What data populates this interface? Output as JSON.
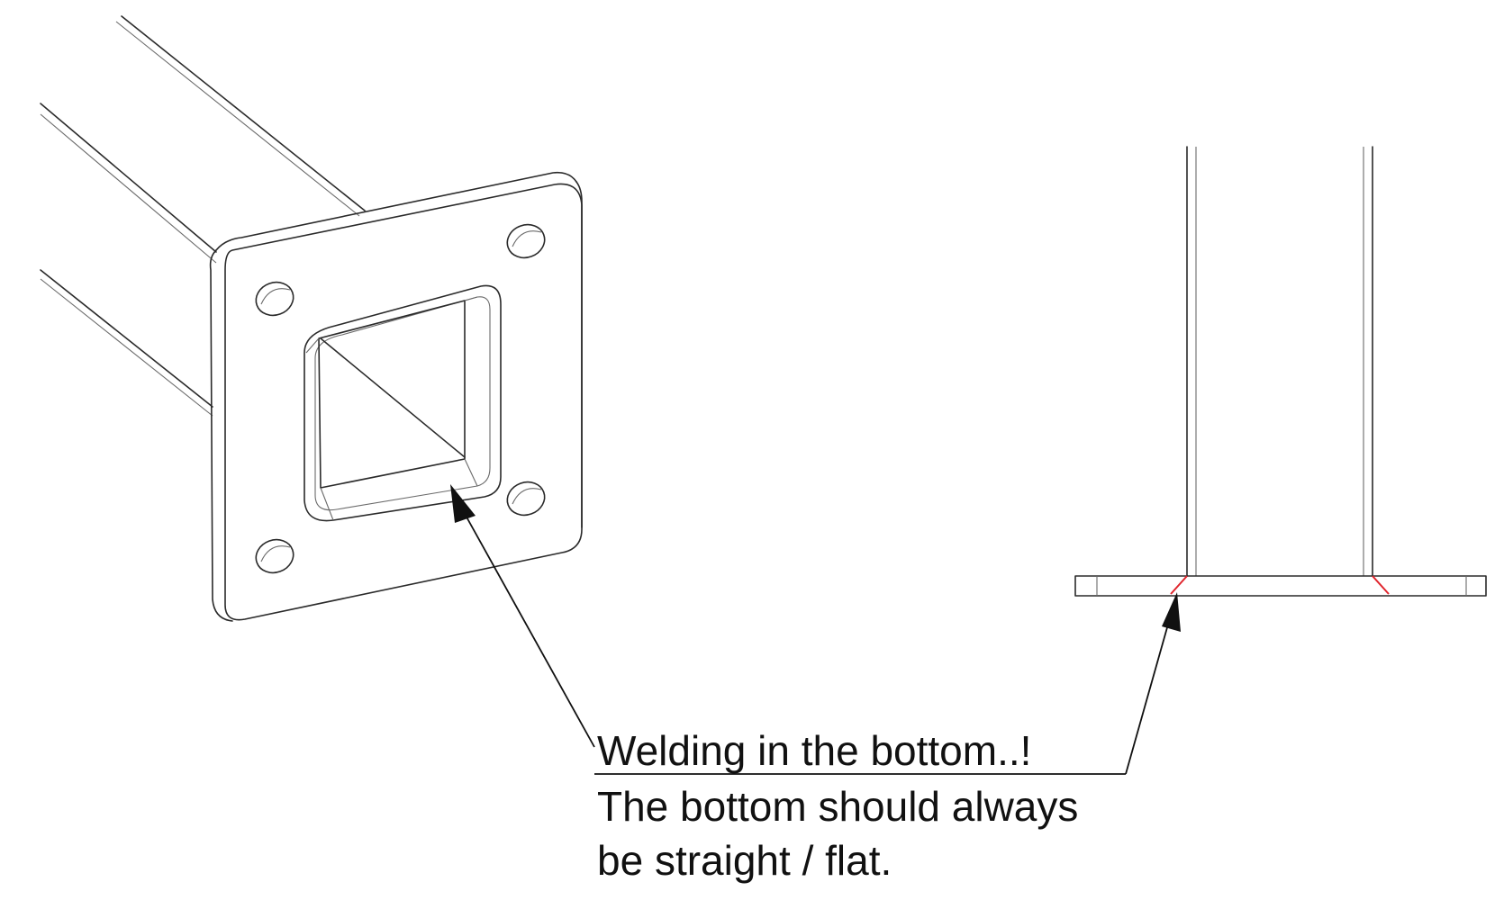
{
  "annotation": {
    "line1": "Welding in the bottom..!",
    "line2": "The bottom should always",
    "line3": "be straight / flat."
  },
  "colors": {
    "line": "#2a2a2a",
    "weld": "#e0242c"
  }
}
